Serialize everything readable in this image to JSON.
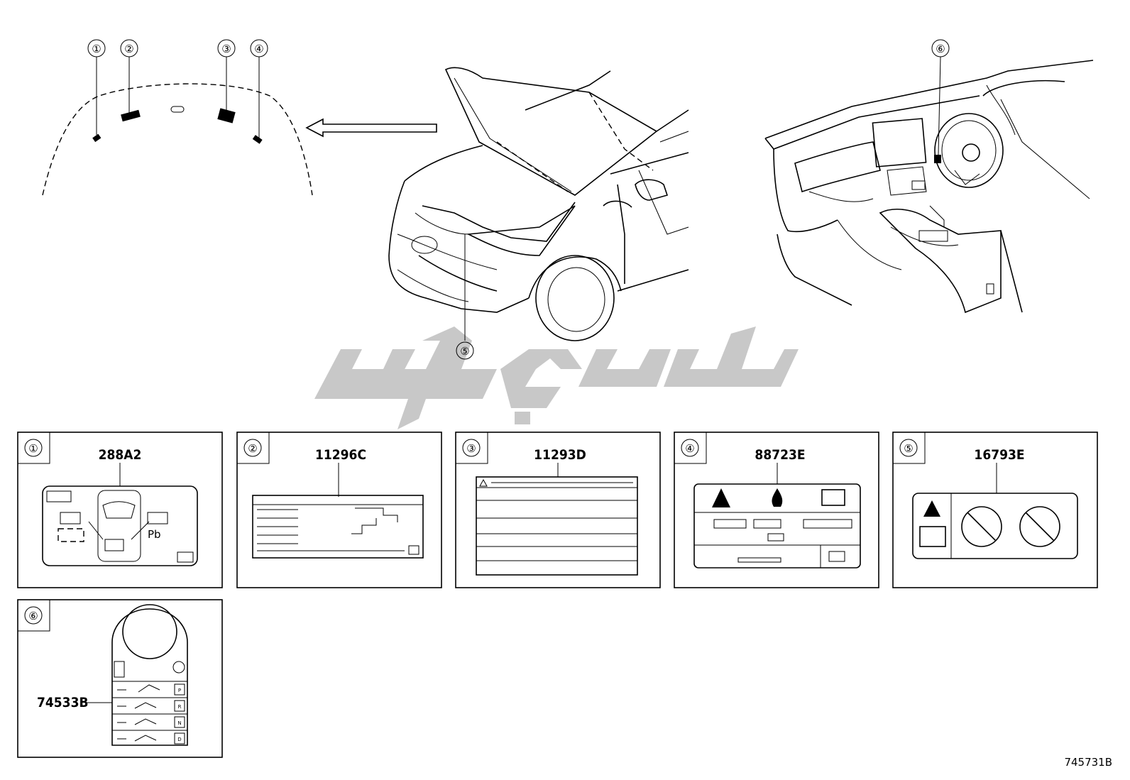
{
  "callouts": [
    "①",
    "②",
    "③",
    "④",
    "⑤",
    "⑥"
  ],
  "panels": [
    {
      "index": "①",
      "part_number": "288A2"
    },
    {
      "index": "②",
      "part_number": "11296C"
    },
    {
      "index": "③",
      "part_number": "11293D"
    },
    {
      "index": "④",
      "part_number": "88723E"
    },
    {
      "index": "⑤",
      "part_number": "16793E"
    },
    {
      "index": "⑥",
      "part_number": "74533B"
    }
  ],
  "label_texts": {
    "battery_pb": "Pb",
    "gear_letters": [
      "P",
      "R",
      "N",
      "D"
    ]
  },
  "diagram_code": "745731B",
  "colors": {
    "watermark": "#c8c8c8",
    "line": "#000000"
  }
}
